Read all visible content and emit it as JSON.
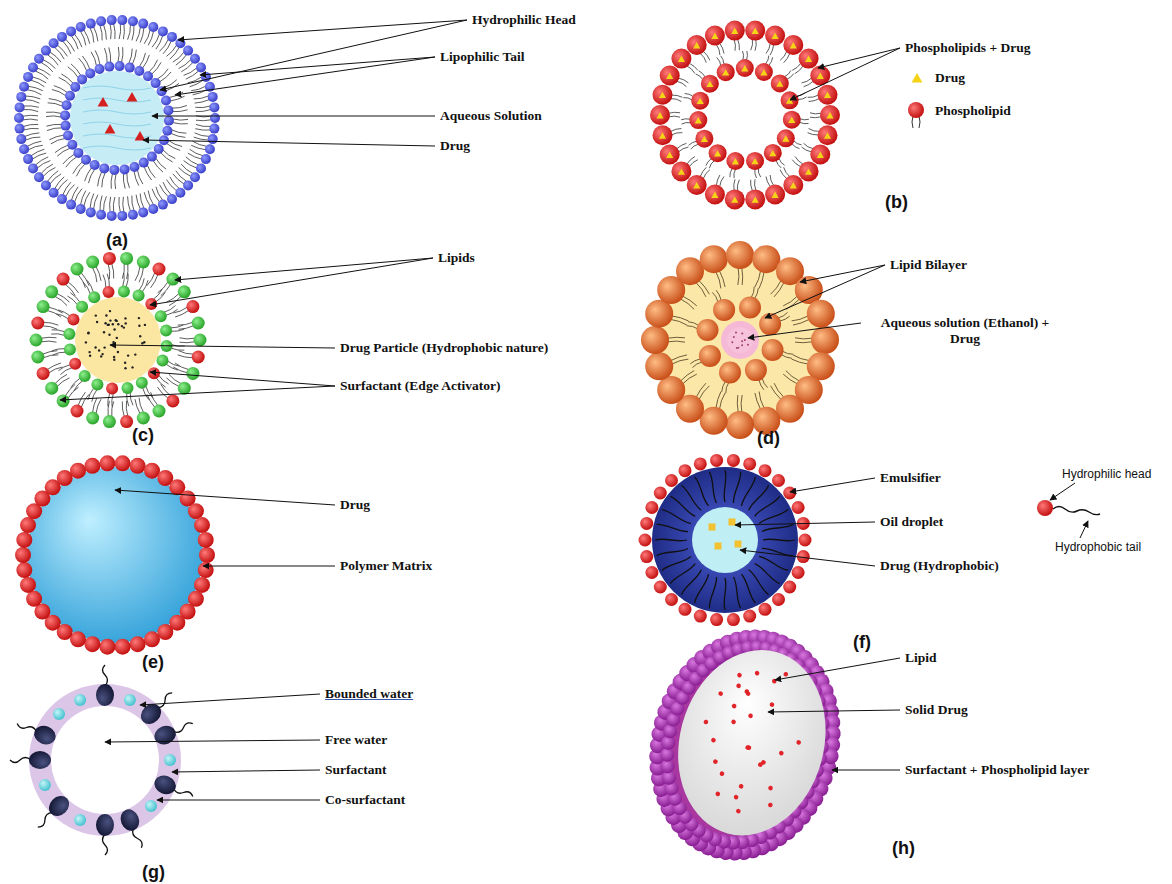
{
  "diagram": {
    "labels": [
      "Hydrophilic Head",
      "Lipophilic Tail",
      "Aqueous Solution",
      "Drug",
      "(a)",
      "Phospholipids + Drug",
      "Drug",
      "Phospholipid",
      "(b)",
      "Lipids",
      "Drug Particle (Hydrophobic nature)",
      "Surfactant (Edge Activator)",
      "(c)",
      "Lipid Bilayer",
      "Aqueous solution (Ethanol) + Drug",
      "(d)",
      "Drug",
      "Polymer Matrix",
      "(e)",
      "Emulsifier",
      "Hydrophilic head",
      "Oil droplet",
      "Hydrophobic tail",
      "Drug (Hydrophobic)",
      "(f)",
      "Bounded water",
      "Free water",
      "Surfactant",
      "Co-surfactant",
      "(g)",
      "Lipid",
      "Solid Drug",
      "Surfactant + Phospholipid layer",
      "(h)"
    ]
  }
}
